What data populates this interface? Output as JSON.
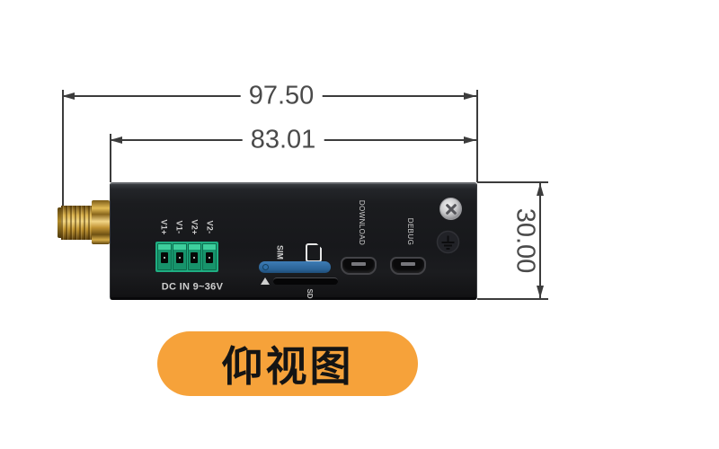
{
  "view_label": {
    "text": "仰视图"
  },
  "dimensions": {
    "overall_width": "97.50",
    "body_width": "83.01",
    "height": "30.00"
  },
  "device": {
    "power_terminal": {
      "pin_labels": [
        "V1+",
        "V1-",
        "V2+",
        "V2-"
      ],
      "caption": "DC IN 9~36V"
    },
    "sim_slot": {
      "label": "SIM"
    },
    "sd_slot": {
      "label": "SD"
    },
    "usb_ports": [
      {
        "label": "DOWNLOAD"
      },
      {
        "label": "DEBUG"
      }
    ]
  },
  "colors": {
    "badge_orange": "#F6A23A",
    "terminal_green": "#1FAE82",
    "sim_slot_blue": "#2F6FA8",
    "antenna_gold": "#C79A33",
    "body_black": "#1B1C1F",
    "dimension_line": "#3C3C3C"
  },
  "icons": [
    "sma-antenna-connector",
    "sim-card-icon",
    "eject-triangle-icon",
    "micro-usb-port",
    "screw-icon",
    "ground-icon",
    "dimension-arrow-icon"
  ]
}
